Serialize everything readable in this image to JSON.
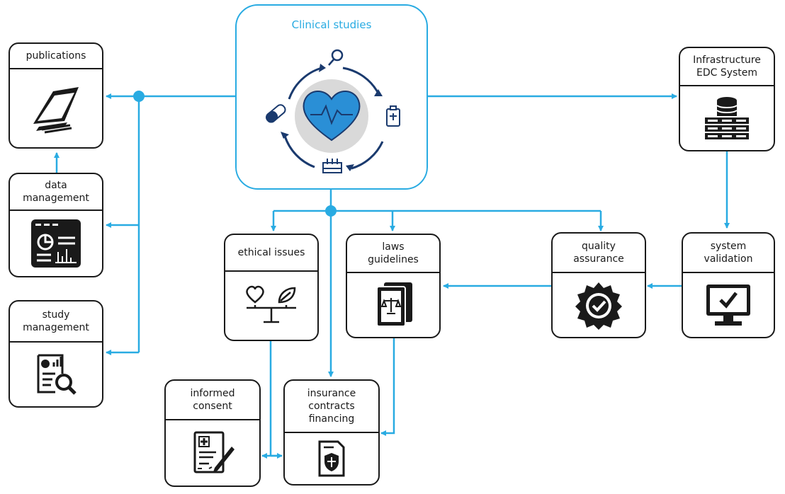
{
  "diagram": {
    "title": "Clinical studies",
    "nodes": {
      "publications": {
        "label": "publications"
      },
      "data_management": {
        "label": "data\nmanagement"
      },
      "study_management": {
        "label": "study\nmanagement"
      },
      "infrastructure": {
        "label": "Infrastructure\nEDC System"
      },
      "system_validation": {
        "label": "system\nvalidation"
      },
      "quality_assurance": {
        "label": "quality\nassurance"
      },
      "laws_guidelines": {
        "label": "laws\nguidelines"
      },
      "ethical_issues": {
        "label": "ethical issues"
      },
      "informed_consent": {
        "label": "informed\nconsent"
      },
      "insurance": {
        "label": "insurance\ncontracts\nfinancing"
      }
    },
    "icons": {
      "publications": "documents-stack-icon",
      "data_management": "dashboard-icon",
      "study_management": "report-search-icon",
      "infrastructure": "server-database-icon",
      "system_validation": "monitor-check-icon",
      "quality_assurance": "quality-badge-icon",
      "laws_guidelines": "law-book-icon",
      "ethical_issues": "scale-heart-leaf-icon",
      "informed_consent": "consent-form-icon",
      "insurance": "shield-document-icon",
      "center": "heart-cycle-icon"
    },
    "colors": {
      "connector": "#29abe2",
      "title": "#29abe2",
      "icon_dark": "#1a3a6e",
      "heart": "#2a8fd6",
      "border": "#1a1a1a"
    }
  }
}
